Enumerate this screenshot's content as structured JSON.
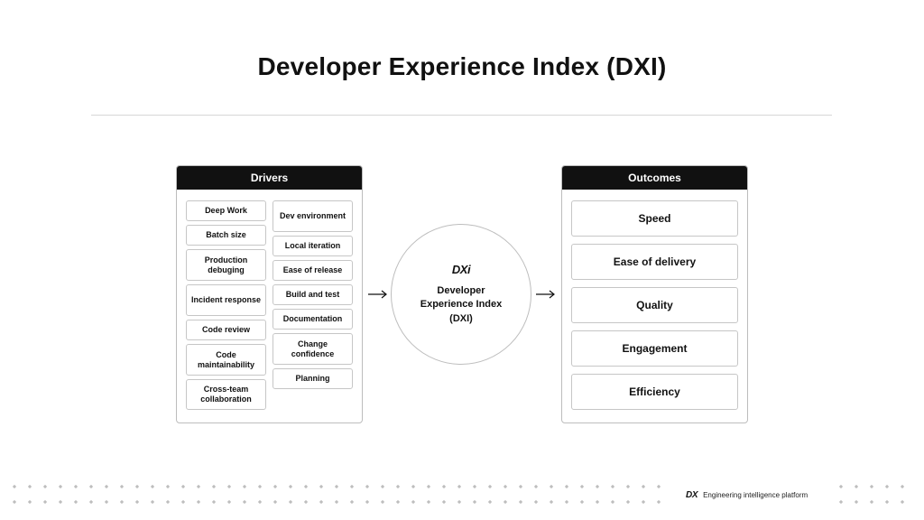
{
  "title": "Developer Experience Index (DXI)",
  "drivers": {
    "header": "Drivers",
    "column_a": [
      "Deep Work",
      "Batch size",
      "Production debuging",
      "Incident response",
      "Code review",
      "Code maintainability",
      "Cross-team collaboration"
    ],
    "column_b": [
      "Dev environment",
      "Local iteration",
      "Ease of release",
      "Build and test",
      "Documentation",
      "Change confidence",
      "Planning"
    ]
  },
  "center": {
    "logo": "DXi",
    "label": "Developer Experience Index (DXI)"
  },
  "outcomes": {
    "header": "Outcomes",
    "items": [
      "Speed",
      "Ease of delivery",
      "Quality",
      "Engagement",
      "Efficiency"
    ]
  },
  "footer": {
    "logo": "DX",
    "tagline": "Engineering intelligence platform"
  },
  "colors": {
    "header_bg": "#111111",
    "border": "#bdbdbd",
    "text": "#111111"
  }
}
